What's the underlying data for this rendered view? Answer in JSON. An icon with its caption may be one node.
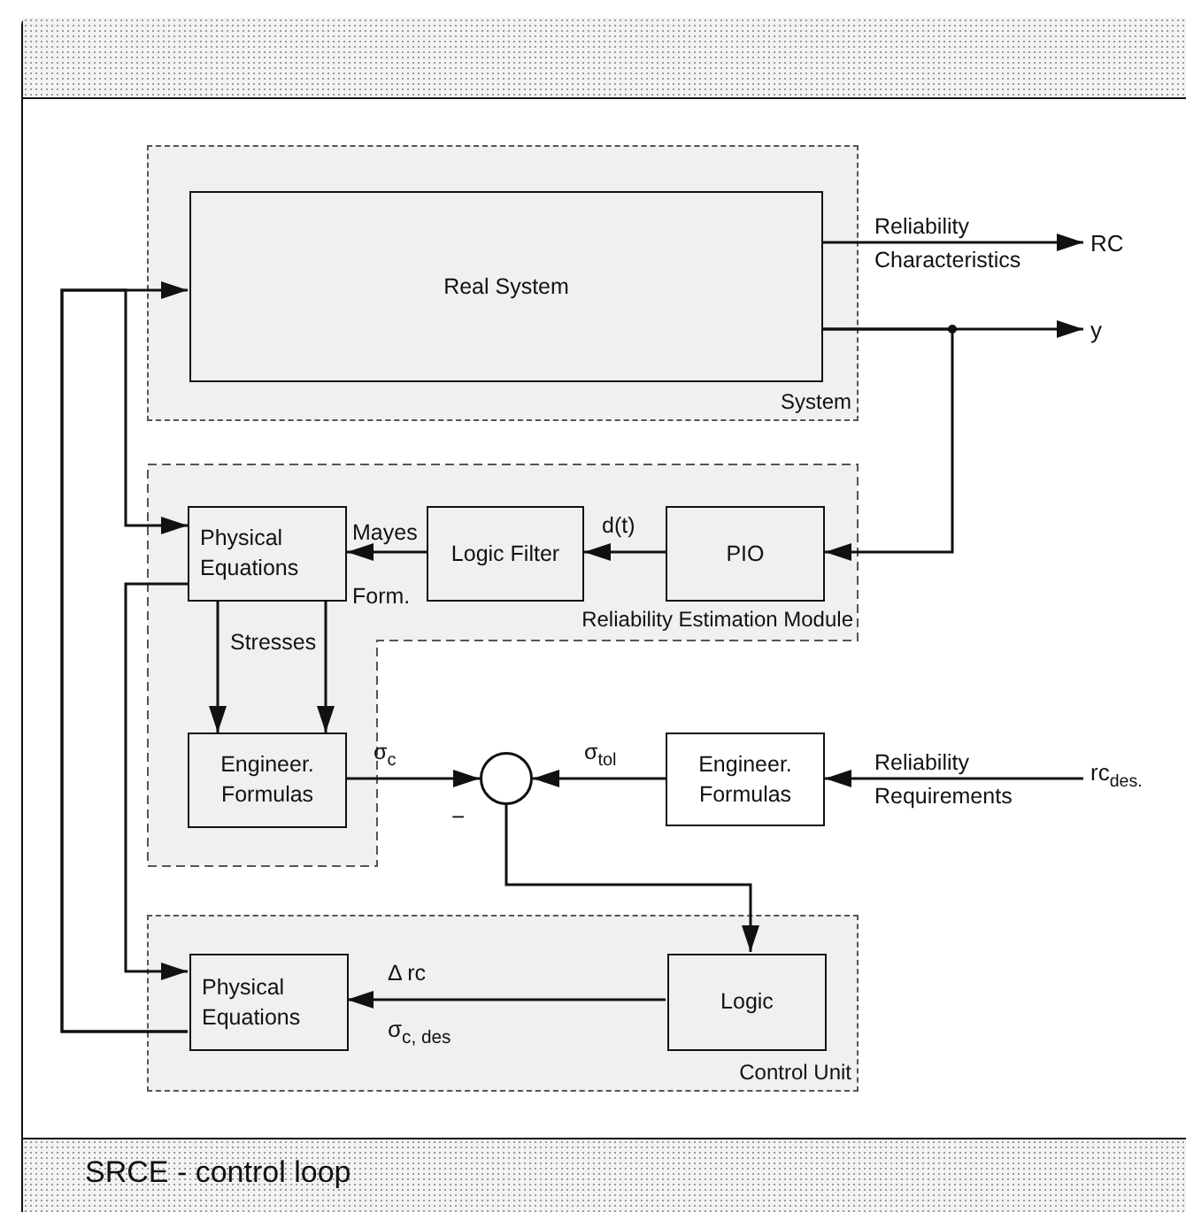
{
  "diagram": {
    "caption": "SRCE - control loop",
    "nodes": [
      {
        "text": [
          "System"
        ]
      },
      {
        "text": [
          "Real System"
        ],
        "in": 0
      },
      {
        "text": [
          "RC"
        ]
      },
      {
        "text": [
          "y"
        ]
      },
      {
        "text": [
          "Reliability Estimation Module"
        ]
      },
      {
        "text": [
          "Physical Equations"
        ],
        "in": 4
      },
      {
        "text": [
          "Logic Filter"
        ],
        "in": 4
      },
      {
        "text": [
          "PIO"
        ],
        "in": 4
      },
      {
        "text": [
          "Engineer. Formulas"
        ],
        "in": 4
      },
      {
        "text": [],
        "shape": "circle"
      },
      {
        "text": [
          "Engineer. Formulas"
        ]
      },
      {
        "text": [
          "rc$_{des.}$"
        ]
      },
      {
        "text": [
          "Control Unit"
        ]
      },
      {
        "text": [
          "Physical Equations"
        ],
        "in": 12
      },
      {
        "text": [
          "Logic"
        ],
        "in": 12
      }
    ],
    "edges": [
      {
        "from": 1,
        "to": 2,
        "arrow": "to",
        "label": "Reliability Characteristics"
      },
      {
        "from": 1,
        "to": 3,
        "arrow": "to"
      },
      {
        "from": 1,
        "to": 7,
        "arrow": "to"
      },
      {
        "from": 7,
        "to": 6,
        "arrow": "to",
        "label": "d(t)"
      },
      {
        "from": 6,
        "to": 5,
        "arrow": "to",
        "label": "Mayes Form."
      },
      {
        "from": 5,
        "to": 8,
        "arrow": "to",
        "label": "Stresses"
      },
      {
        "from": 5,
        "to": 8,
        "arrow": "to"
      },
      {
        "from": 8,
        "to": 9,
        "arrow": "to",
        "label": "σ$_{c}$"
      },
      {
        "from": 10,
        "to": 9,
        "arrow": "to",
        "label": "σ$_{tol}$"
      },
      {
        "from": 11,
        "to": 10,
        "arrow": "to",
        "label": "Reliability Requirements"
      },
      {
        "from": 9,
        "to": 14,
        "arrow": "to"
      },
      {
        "from": 14,
        "to": 13,
        "arrow": "to",
        "label": "Δ rc"
      },
      {
        "from": 5,
        "to": 13,
        "arrow": "to"
      },
      {
        "from": 13,
        "to": 1,
        "arrow": "to"
      },
      {
        "from": 13,
        "to": 5,
        "arrow": "to"
      }
    ],
    "labels": [
      "−",
      "σ$_{c, des}$"
    ]
  }
}
